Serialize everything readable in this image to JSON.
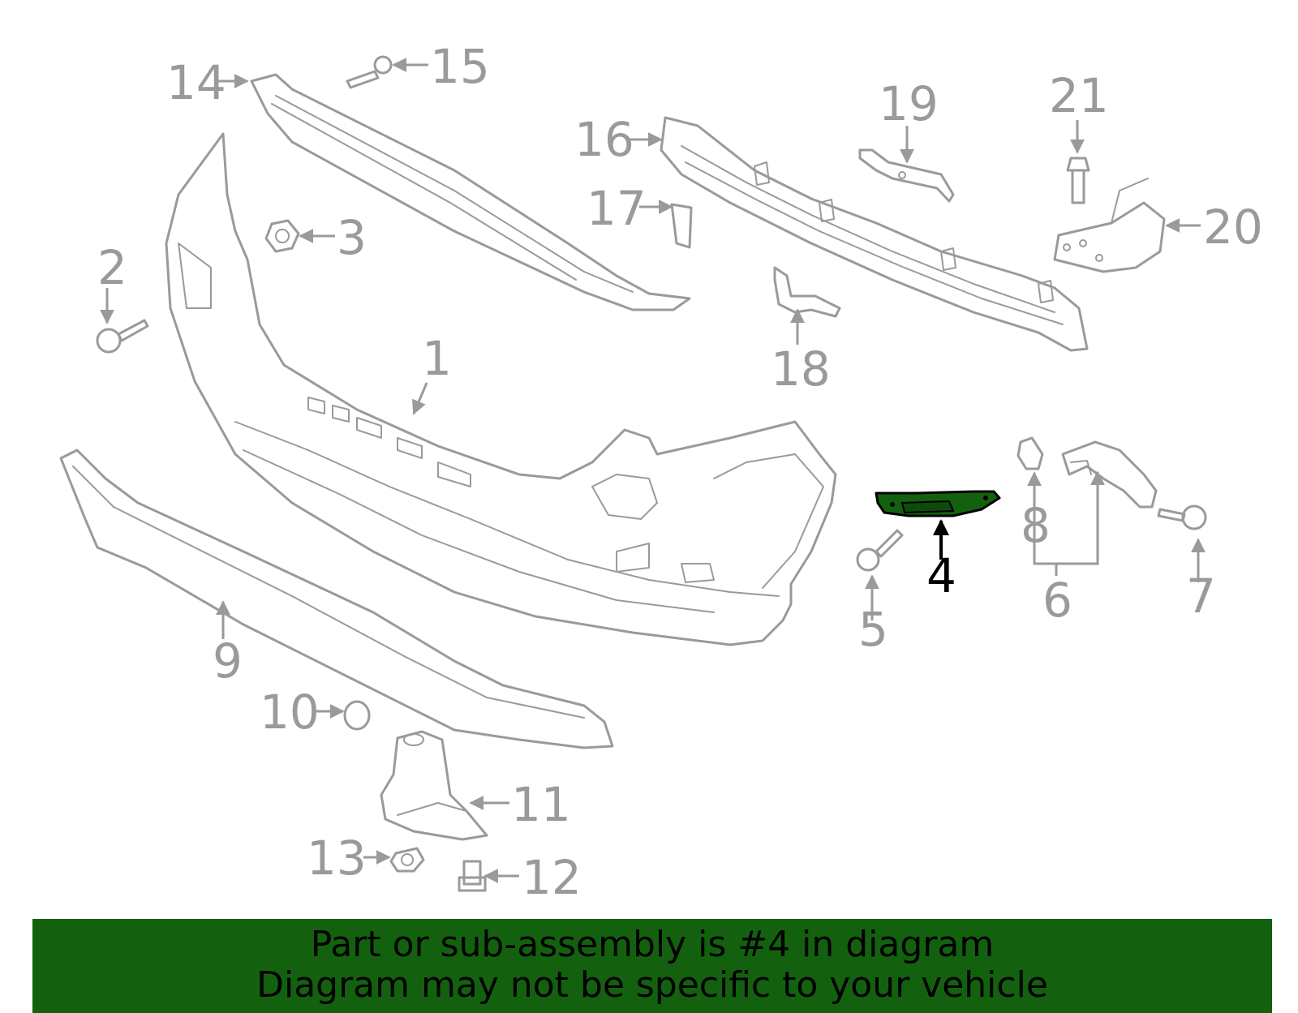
{
  "callouts": {
    "n1": "1",
    "n2": "2",
    "n3": "3",
    "n4": "4",
    "n5": "5",
    "n6": "6",
    "n7": "7",
    "n8": "8",
    "n9": "9",
    "n10": "10",
    "n11": "11",
    "n12": "12",
    "n13": "13",
    "n14": "14",
    "n15": "15",
    "n16": "16",
    "n17": "17",
    "n18": "18",
    "n19": "19",
    "n20": "20",
    "n21": "21"
  },
  "highlighted_part": "4",
  "colors": {
    "highlight": "#13610f",
    "line": "#9a9a9a",
    "banner": "#13610f"
  },
  "banner": {
    "line1": "Part or sub-assembly is #4 in diagram",
    "line2": "Diagram may not be specific to your vehicle"
  }
}
